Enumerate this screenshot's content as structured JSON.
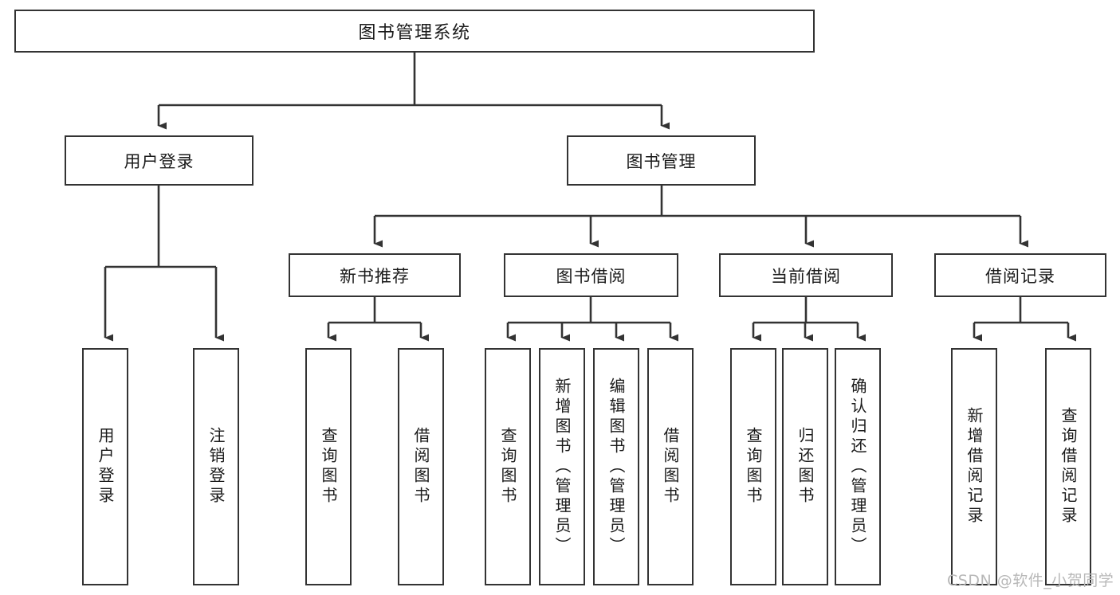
{
  "diagram": {
    "title": "图书管理系统",
    "type": "tree-hierarchy-chart",
    "line_color": "#333333",
    "box_fill": "#ffffff",
    "levels": {
      "root": {
        "label": "图书管理系统"
      },
      "level2": [
        {
          "label": "用户登录"
        },
        {
          "label": "图书管理"
        }
      ],
      "level3": [
        {
          "label": "新书推荐"
        },
        {
          "label": "图书借阅"
        },
        {
          "label": "当前借阅"
        },
        {
          "label": "借阅记录"
        }
      ],
      "leaves": {
        "user_login": [
          {
            "label": "用户登录"
          },
          {
            "label": "注销登录"
          }
        ],
        "new_book_recommend": [
          {
            "label": "查询图书"
          },
          {
            "label": "借阅图书"
          }
        ],
        "book_borrow": [
          {
            "label": "查询图书"
          },
          {
            "label": "新增图书（管理员）"
          },
          {
            "label": "编辑图书（管理员）"
          },
          {
            "label": "借阅图书"
          }
        ],
        "current_borrow": [
          {
            "label": "查询图书"
          },
          {
            "label": "归还图书"
          },
          {
            "label": "确认归还（管理员）"
          }
        ],
        "borrow_record": [
          {
            "label": "新增借阅记录"
          },
          {
            "label": "查询借阅记录"
          }
        ]
      }
    }
  },
  "watermark": {
    "text": "CSDN @软件_小贺同学",
    "color": "#b8b8b8"
  }
}
